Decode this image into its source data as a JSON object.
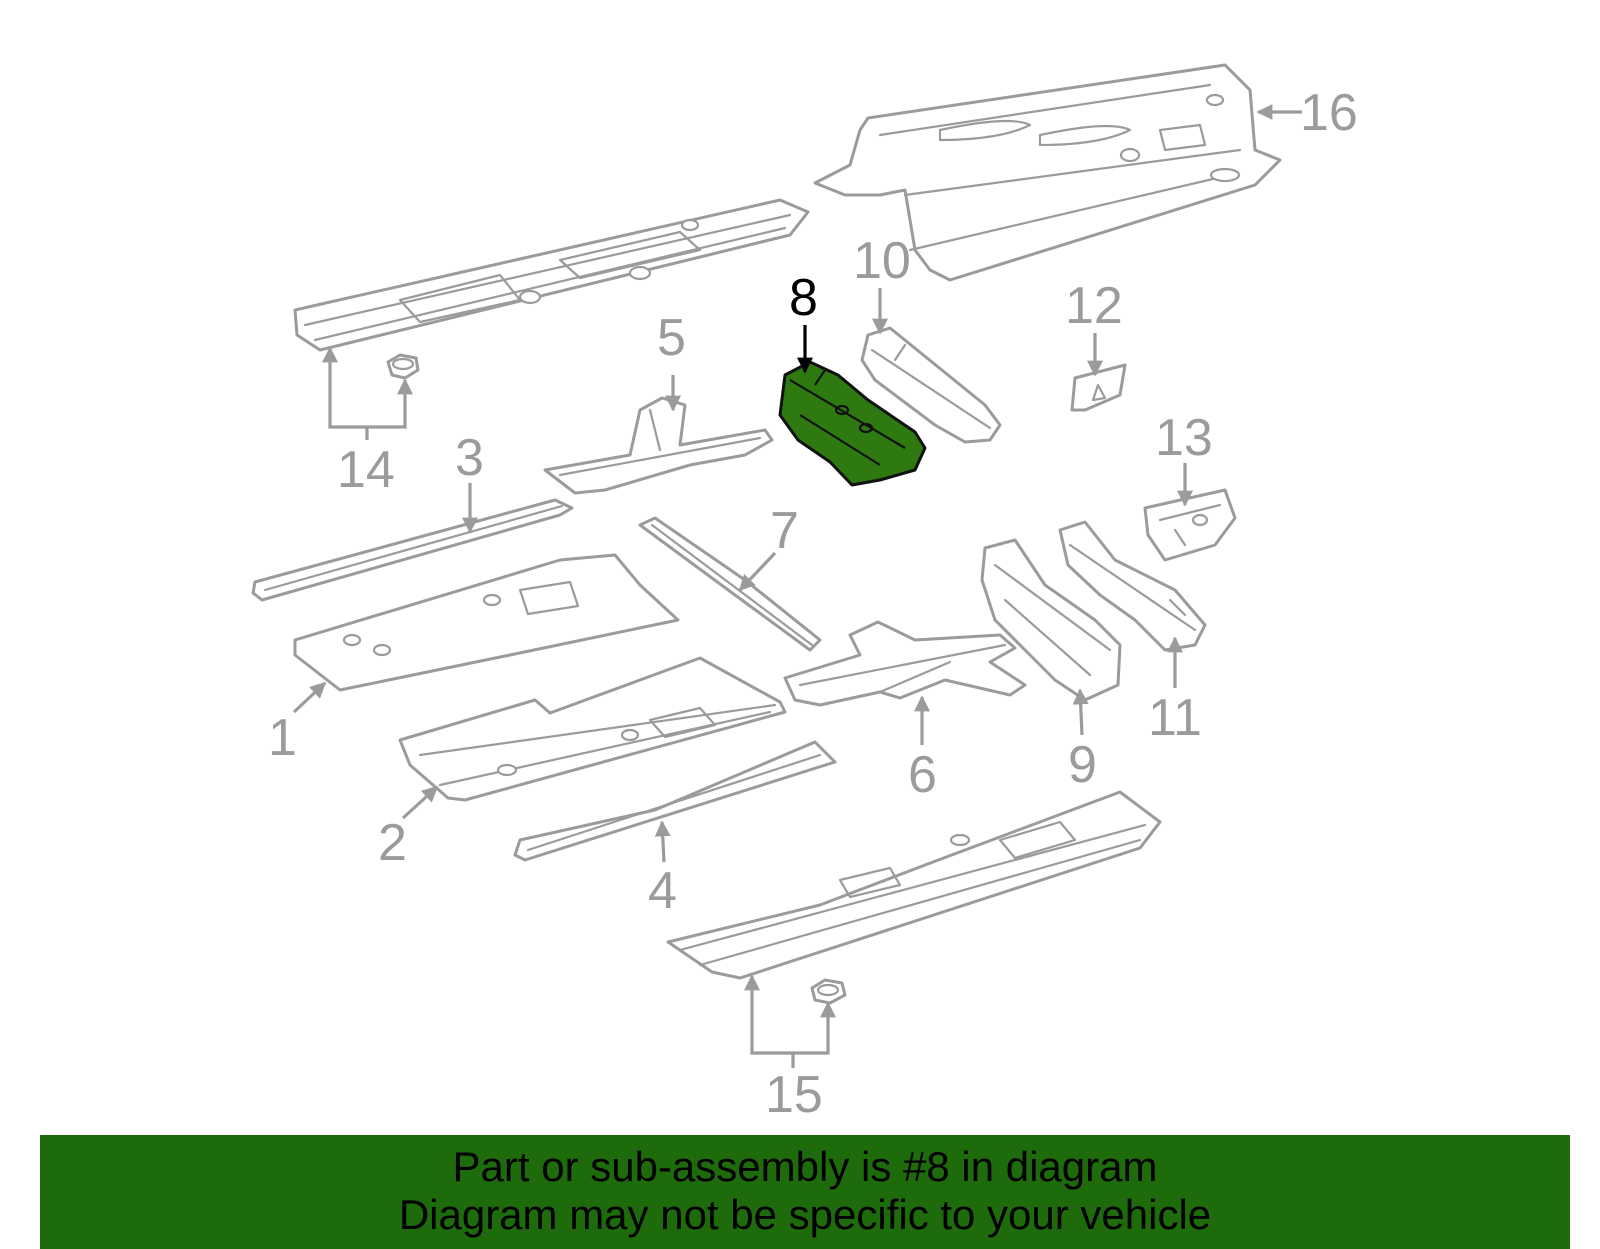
{
  "callouts": {
    "c1": "1",
    "c2": "2",
    "c3": "3",
    "c4": "4",
    "c5": "5",
    "c6": "6",
    "c7": "7",
    "c8": "8",
    "c9": "9",
    "c10": "10",
    "c11": "11",
    "c12": "12",
    "c13": "13",
    "c14": "14",
    "c15": "15",
    "c16": "16"
  },
  "highlighted_part": "8",
  "colors": {
    "line": "#9b9b9b",
    "highlight_fill": "#2f7a10",
    "banner": "#1e6b0c",
    "text": "#000000"
  },
  "banner": {
    "line1": "Part or sub-assembly is #8 in diagram",
    "line2": "Diagram may not be specific to your vehicle"
  }
}
